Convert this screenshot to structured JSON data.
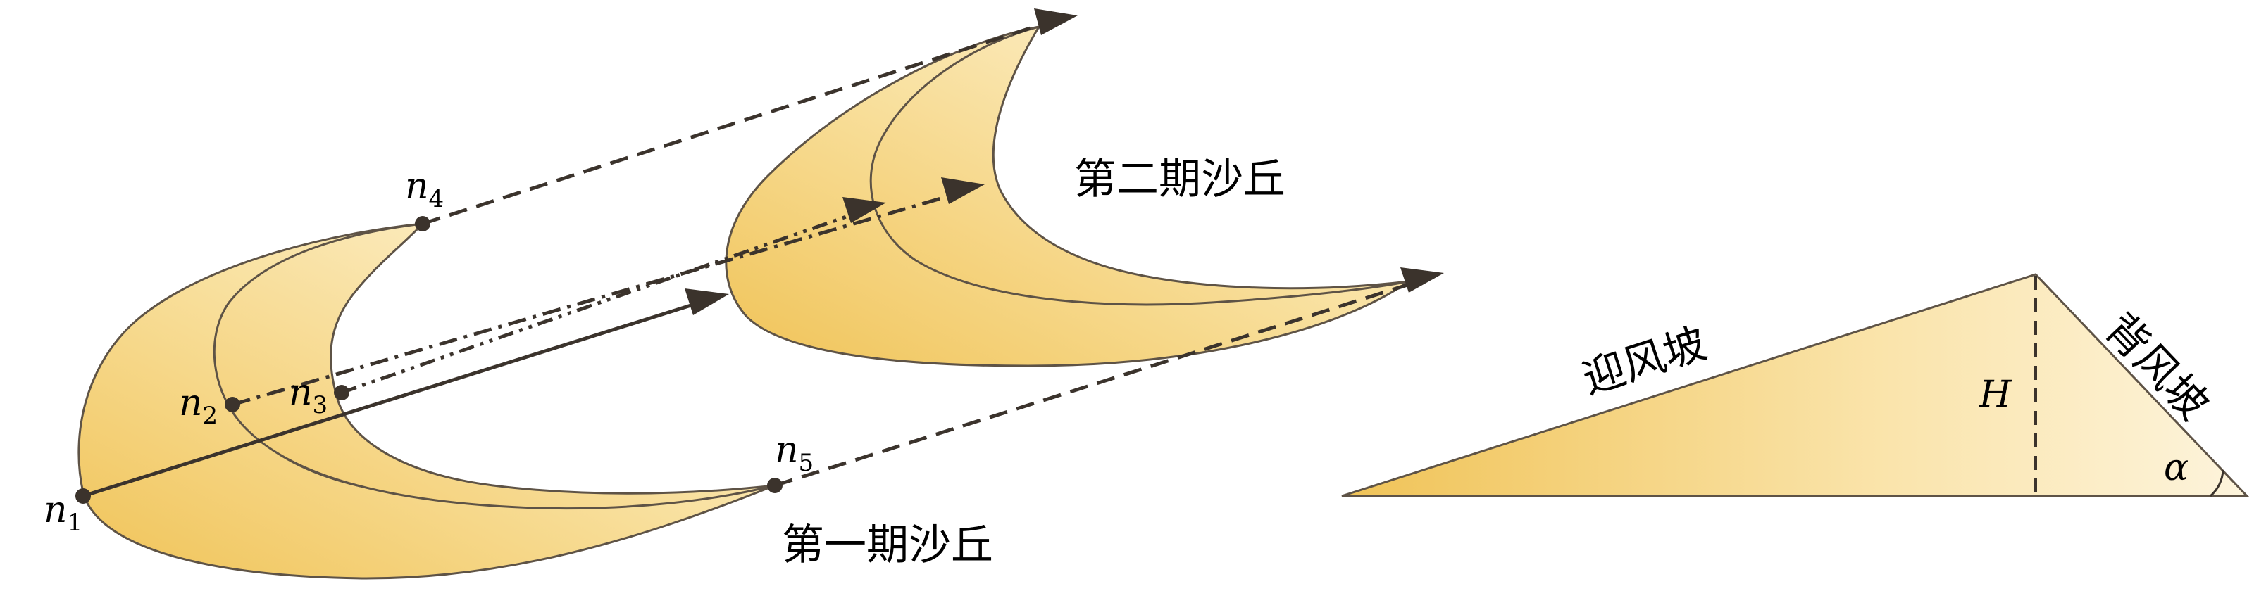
{
  "labels": {
    "period1": "第一期沙丘",
    "period2": "第二期沙丘",
    "windward": "迎风坡",
    "leeward": "背风坡",
    "height": "H",
    "angle": "α"
  },
  "points": [
    {
      "letter": "n",
      "sub": "1"
    },
    {
      "letter": "n",
      "sub": "2"
    },
    {
      "letter": "n",
      "sub": "3"
    },
    {
      "letter": "n",
      "sub": "4"
    },
    {
      "letter": "n",
      "sub": "5"
    }
  ],
  "colors": {
    "sand_dark": "#f0c357",
    "sand_light": "#fdf1cc",
    "outline": "#5e5346",
    "line": "#3b332c"
  }
}
